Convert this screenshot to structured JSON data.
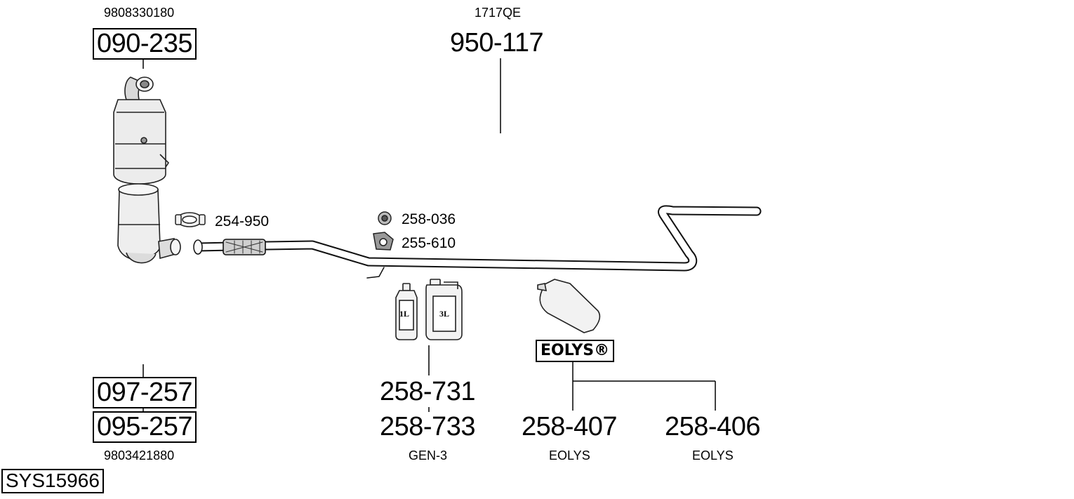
{
  "oem": {
    "top_left": "9808330180",
    "bottom_left": "9803421880",
    "center": "1717QE"
  },
  "parts": {
    "cat_top": "090-235",
    "pipe_center": "950-117",
    "clamp": "254-950",
    "nut": "258-036",
    "bracket": "255-610",
    "dpf_a": "097-257",
    "dpf_b": "095-257",
    "fluid_a": "258-731",
    "fluid_b": "258-733",
    "eolys_a": "258-407",
    "eolys_b": "258-406"
  },
  "notes": {
    "fluid": "GEN-3",
    "eolys_a": "EOLYS",
    "eolys_b": "EOLYS"
  },
  "bottles": {
    "small": "1L",
    "large": "3L"
  },
  "brand": {
    "logo": "EOLYS®"
  },
  "system_id": "SYS15966"
}
